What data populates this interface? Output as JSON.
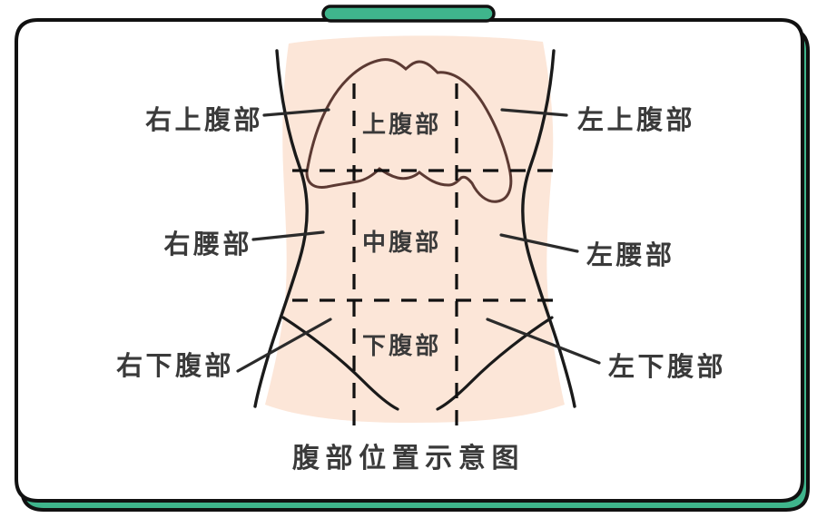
{
  "card": {
    "title": "腹部位置示意图",
    "accent_color": "#3FB58C",
    "border_color": "#111111",
    "skin_color": "#FCE6D8",
    "outline_color": "#1a1a1a",
    "rib_color": "#5c3a33",
    "text_color": "#3a3a3a"
  },
  "diagram": {
    "type": "anatomical-region-map",
    "subject": "human-abdomen-front-view",
    "outer_labels": [
      {
        "id": "right-upper-abdomen",
        "text": "右上腹部",
        "side": "left",
        "row": "upper"
      },
      {
        "id": "left-upper-abdomen",
        "text": "左上腹部",
        "side": "right",
        "row": "upper"
      },
      {
        "id": "right-lumbar",
        "text": "右腰部",
        "side": "left",
        "row": "middle"
      },
      {
        "id": "left-lumbar",
        "text": "左腰部",
        "side": "right",
        "row": "middle"
      },
      {
        "id": "right-lower-abdomen",
        "text": "右下腹部",
        "side": "left",
        "row": "lower"
      },
      {
        "id": "left-lower-abdomen",
        "text": "左下腹部",
        "side": "right",
        "row": "lower"
      }
    ],
    "inner_labels": [
      {
        "id": "upper-abdomen",
        "text": "上腹部",
        "row": "upper"
      },
      {
        "id": "middle-abdomen",
        "text": "中腹部",
        "row": "middle"
      },
      {
        "id": "lower-abdomen",
        "text": "下腹部",
        "row": "lower"
      }
    ],
    "grid": {
      "style": "dashed",
      "vertical_lines": 2,
      "horizontal_lines": 2,
      "regions": 9
    }
  }
}
